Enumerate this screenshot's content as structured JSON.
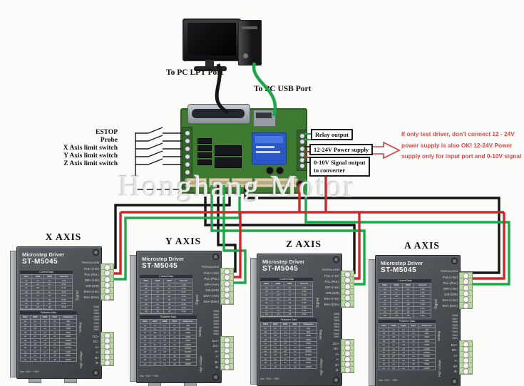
{
  "pc": {
    "lpt_port_label": "To PC LPT Port",
    "usb_port_label": "To PC USB Port"
  },
  "breakout_board": {
    "input_labels": [
      "ESTOP",
      "Probe",
      "X Axis limit switch",
      "Y Axis limit switch",
      "Z Axis limit switch"
    ],
    "output_boxes": {
      "relay": "Relay output",
      "power": "12-24V Power supply",
      "signal_line1": "0-10V Signal output",
      "signal_line2": "to converter"
    },
    "polarity_marks": [
      "-",
      "+",
      "+",
      "-"
    ]
  },
  "warning_note": {
    "line1": "If only test driver, don't connect 12 - 24V",
    "line2": "power supply is also OK! 12-24V Power",
    "line3": "supply only for input port and 0-10V  signal"
  },
  "watermark": "Honghang Motor",
  "driver_axes": [
    "X AXIS",
    "Y AXIS",
    "Z AXIS",
    "A AXIS"
  ],
  "driver": {
    "title_line1": "Microstep Driver",
    "title_line2": "ST-M5045",
    "power_alarm_label": "PWR/ALARM",
    "signal_group_label": "Signal",
    "signal_terminals": [
      "PUL+(+5V)",
      "PUL-(PUL)",
      "DIR+(+5V)",
      "DIR-(DIR)",
      "ENA+(+5V)",
      "ENA-(ENA)"
    ],
    "setting_group_label": "Setting",
    "dip_switch_labels": [
      "SW8",
      "SW7",
      "SW6",
      "SW5",
      "SW4",
      "SW3",
      "SW2",
      "SW1"
    ],
    "high_voltage_group_label": "High Voltage",
    "hv_terminals": [
      "DC+",
      "DC-",
      "A+",
      "A-",
      "B+",
      "B-"
    ],
    "current_table": {
      "caption": "Current Data",
      "headers": [
        "SW1",
        "SW2",
        "SW3",
        "Current"
      ],
      "rows": [
        [
          "on",
          "on",
          "on",
          "1.0A"
        ],
        [
          "off",
          "on",
          "on",
          "1.5A"
        ],
        [
          "on",
          "off",
          "on",
          "2.0A"
        ],
        [
          "off",
          "off",
          "on",
          "2.5A"
        ],
        [
          "on",
          "on",
          "off",
          "3.0A"
        ],
        [
          "off",
          "on",
          "off",
          "3.5A"
        ],
        [
          "on",
          "off",
          "off",
          "4.0A"
        ],
        [
          "off",
          "off",
          "off",
          "4.5A"
        ]
      ]
    },
    "half_current_note": "Half current(Default)  50% full current",
    "pulse_table": {
      "caption": "Pulse/rev Data",
      "headers": [
        "SW4",
        "SW5",
        "SW6",
        "SW7",
        "Pulse/rev"
      ],
      "rows": [
        [
          "on",
          "on",
          "on",
          "on",
          "400"
        ],
        [
          "off",
          "on",
          "on",
          "on",
          "800"
        ],
        [
          "on",
          "off",
          "on",
          "on",
          "1600"
        ],
        [
          "off",
          "off",
          "on",
          "on",
          "3200"
        ],
        [
          "on",
          "on",
          "off",
          "on",
          "6400"
        ],
        [
          "off",
          "on",
          "off",
          "on",
          "12800"
        ],
        [
          "on",
          "off",
          "off",
          "on",
          "25600"
        ],
        [
          "off",
          "off",
          "off",
          "on",
          "51200"
        ],
        [
          "on",
          "on",
          "on",
          "off",
          "1000"
        ],
        [
          "off",
          "on",
          "on",
          "off",
          "5000"
        ],
        [
          "on",
          "off",
          "on",
          "off",
          "10000"
        ]
      ]
    },
    "voltage_note": "Vac: +24V ~ +80V"
  },
  "colors": {
    "wire_black": "#151515",
    "wire_red": "#cc2a2a",
    "wire_green": "#1ea64b",
    "board_green": "#3e7a31",
    "warning_red": "#e04a45"
  }
}
